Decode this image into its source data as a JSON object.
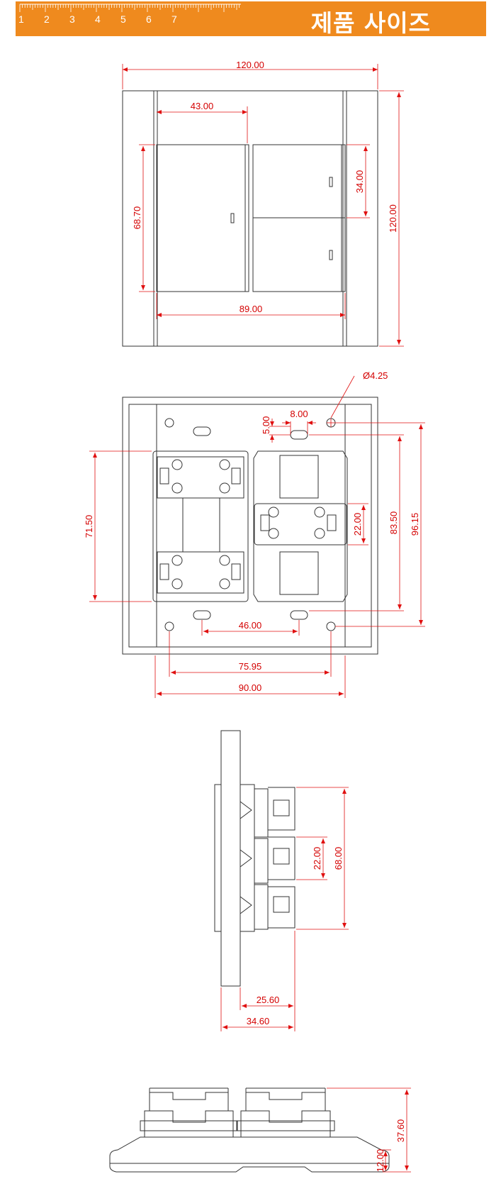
{
  "header": {
    "title": "제품 사이즈",
    "ruler_numbers": [
      "1",
      "2",
      "3",
      "4",
      "5",
      "6",
      "7"
    ],
    "colors": {
      "banner": "#ef8a1e",
      "dimension": "#e01010",
      "outline": "#333333"
    }
  },
  "front_view": {
    "dims": [
      "120.00",
      "43.00",
      "68.70",
      "34.00",
      "120.00",
      "89.00"
    ]
  },
  "back_view": {
    "dims": [
      "Ø4.25",
      "8.00",
      "5.00",
      "71.50",
      "22.00",
      "83.50",
      "96.15",
      "46.00",
      "75.95",
      "90.00"
    ]
  },
  "side_view": {
    "dims": [
      "22.00",
      "68.00",
      "25.60",
      "34.60"
    ]
  },
  "bottom_view": {
    "dims": [
      "37.60",
      "12.00"
    ]
  }
}
